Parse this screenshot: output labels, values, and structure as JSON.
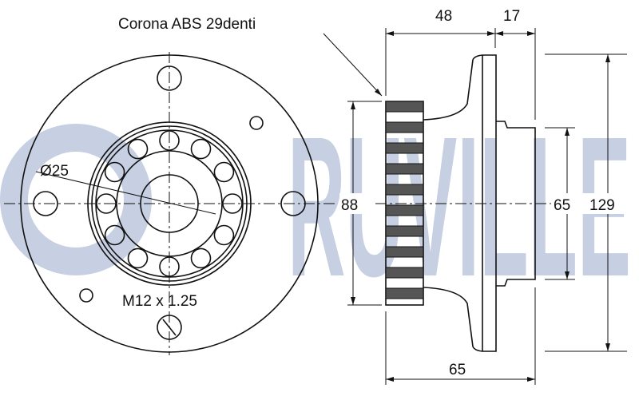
{
  "watermark": {
    "brand": "RUVILLE",
    "color": "#c6d0e2"
  },
  "labels": {
    "abs_ring": "Corona ABS 29denti",
    "bore_diameter": "Ø25",
    "thread": "M12 x 1.25"
  },
  "dimensions": {
    "width_hub": "48",
    "width_flange": "17",
    "abs_diameter": "88",
    "spigot_diameter": "65",
    "flange_diameter": "129",
    "total_length": "65"
  }
}
